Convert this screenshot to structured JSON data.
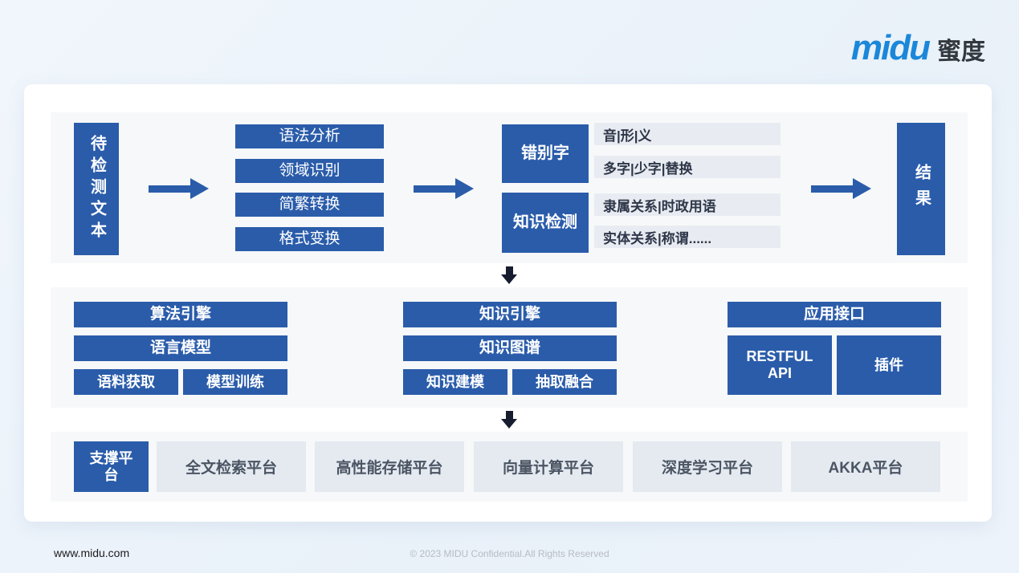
{
  "logo": {
    "latin": "midu",
    "cjk": "蜜度"
  },
  "flow": {
    "input": "待检测文本",
    "preprocess": [
      "语法分析",
      "领域识别",
      "简繁转换",
      "格式变换"
    ],
    "typo": {
      "label": "错别字",
      "items": [
        "音|形|义",
        "多字|少字|替换"
      ]
    },
    "knowledge": {
      "label": "知识检测",
      "items": [
        "隶属关系|时政用语",
        "实体关系|称谓......"
      ]
    },
    "output": "结果"
  },
  "engines": {
    "algorithm": {
      "header": "算法引擎",
      "model": "语言模型",
      "subs": [
        "语料获取",
        "模型训练"
      ]
    },
    "knowledge": {
      "header": "知识引擎",
      "model": "知识图谱",
      "subs": [
        "知识建模",
        "抽取融合"
      ]
    },
    "api": {
      "header": "应用接口",
      "subs": [
        "RESTFUL API",
        "插件"
      ]
    }
  },
  "platform": {
    "label": "支撑平台",
    "items": [
      "全文检索平台",
      "高性能存储平台",
      "向量计算平台",
      "深度学习平台",
      "AKKA平台"
    ]
  },
  "footer": {
    "url": "www.midu.com",
    "copyright": "© 2023  MIDU Confidential.All Rights Reserved"
  },
  "colors": {
    "primary_blue": "#2a5caa",
    "logo_blue": "#1b87d9",
    "dark_arrow": "#161d2e",
    "chip_bg": "#e8ecf2",
    "panel_bg": "#f7f8f9"
  }
}
